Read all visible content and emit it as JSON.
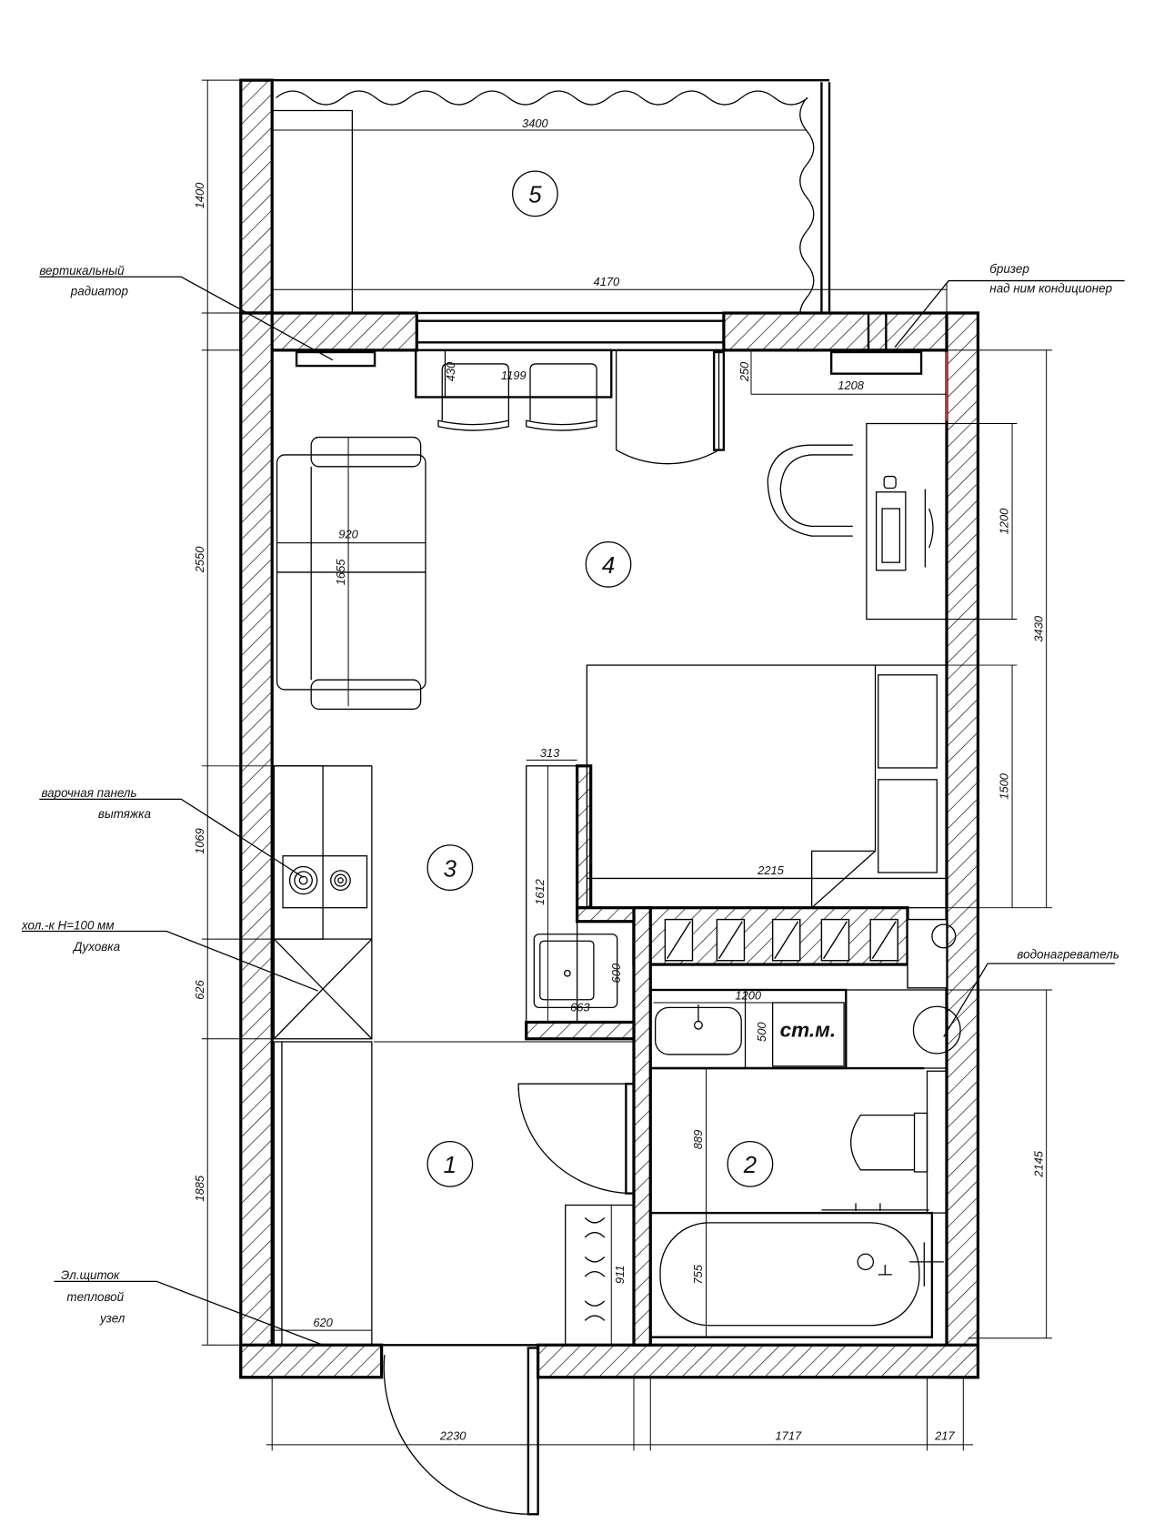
{
  "rooms": [
    {
      "number": "1"
    },
    {
      "number": "2"
    },
    {
      "number": "3"
    },
    {
      "number": "4"
    },
    {
      "number": "5"
    }
  ],
  "annotations": {
    "radiator": [
      "вертикальный",
      "радиатор"
    ],
    "breezer": [
      "бризер",
      "над ним кондиционер"
    ],
    "hob": [
      "варочная панель",
      "вытяжка"
    ],
    "fridge": [
      "хол.-к  H=100 мм",
      "Духовка"
    ],
    "panel": [
      "Эл.щиток",
      "тепловой",
      "узел"
    ],
    "water_heater": "водонагреватель",
    "washing_machine": "ст.м."
  },
  "dimensions": {
    "balcony_inner": "3400",
    "balcony_outer": "4170",
    "balcony_depth": "1400",
    "living_height": "2550",
    "kitchen_hob": "1069",
    "kitchen_fridge": "626",
    "hall_length": "1885",
    "window_height": "430",
    "window_width": "1199",
    "sill_depth": "250",
    "breezer_width": "1208",
    "sofa_width": "920",
    "sofa_length": "1655",
    "desk_length": "1200",
    "room_total": "3430",
    "bed_length": "1500",
    "bed_width": "2215",
    "counter_width": "313",
    "counter_length": "1612",
    "sink_depth": "600",
    "sink_width": "663",
    "bath_counter": "1200",
    "wm_width": "500",
    "bath_clearance": "889",
    "tub_width": "755",
    "wardrobe_depth": "911",
    "hall_cabinet": "620",
    "bath_total": "2145",
    "bottom_left": "2230",
    "bottom_mid": "1717",
    "bottom_right": "217"
  }
}
